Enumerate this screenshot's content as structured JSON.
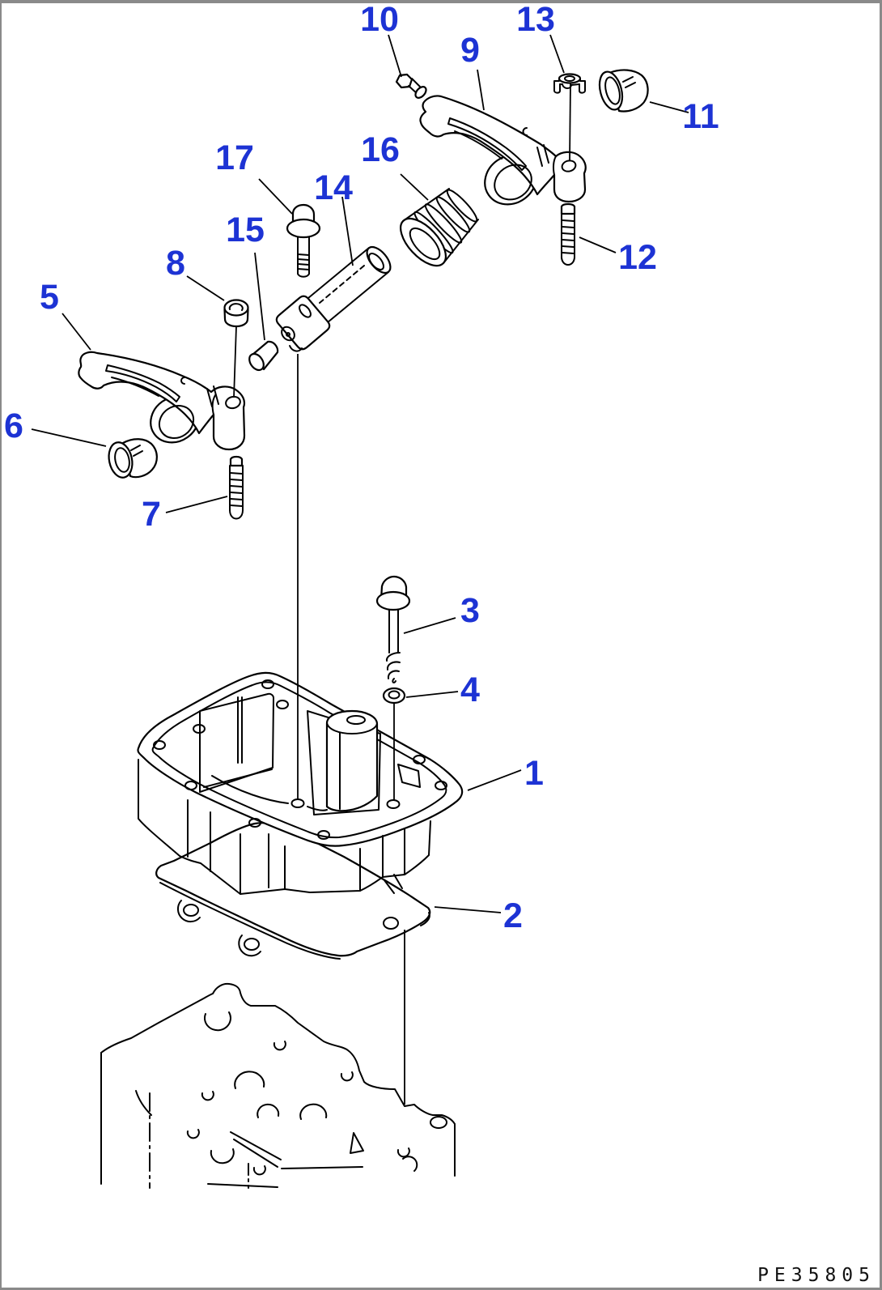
{
  "diagram": {
    "label_color": "#1d33d4",
    "labels": {
      "n1": "1",
      "n2": "2",
      "n3": "3",
      "n4": "4",
      "n5": "5",
      "n6": "6",
      "n7": "7",
      "n8": "8",
      "n9": "9",
      "n10": "10",
      "n11": "11",
      "n12": "12",
      "n13": "13",
      "n14": "14",
      "n15": "15",
      "n16": "16",
      "n17": "17"
    },
    "footer_code": "PE35805"
  }
}
